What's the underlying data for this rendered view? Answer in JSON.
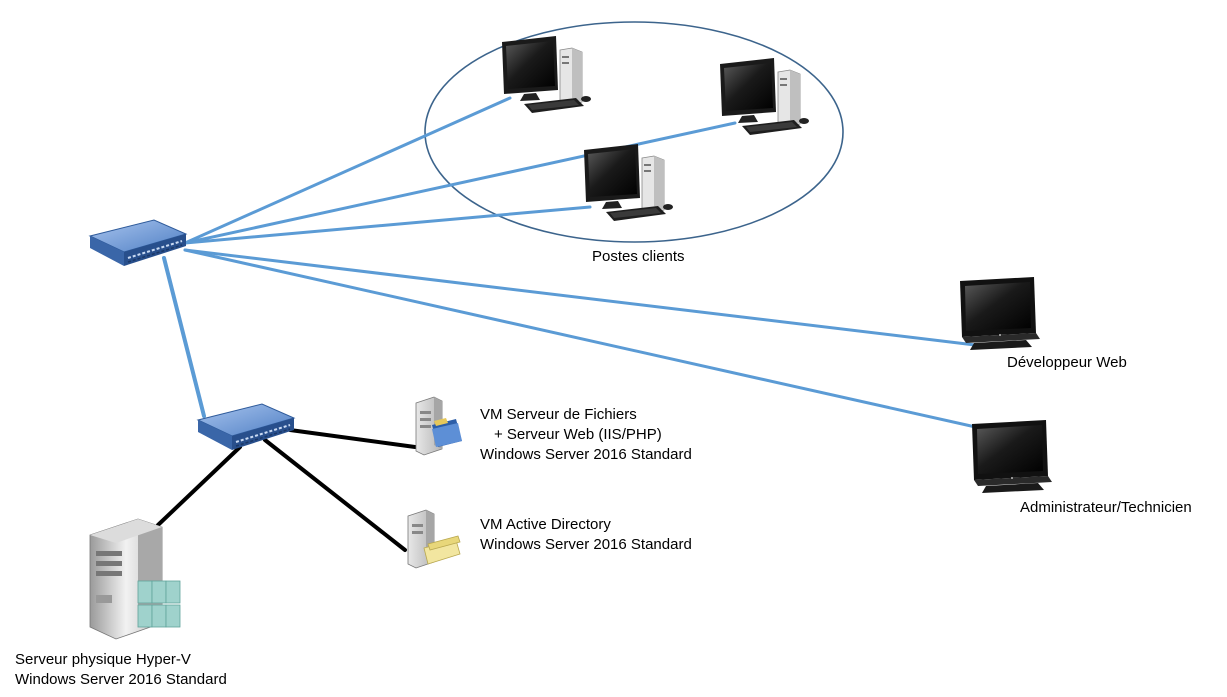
{
  "labels": {
    "clients_group": "Postes clients",
    "web_developer": "Développeur Web",
    "admin_tech": "Administrateur/Technicien",
    "file_web_vm": {
      "line1": "VM Serveur de Fichiers",
      "line2": "+ Serveur Web (IIS/PHP)",
      "line3": "Windows Server 2016 Standard"
    },
    "ad_vm": {
      "line1": "VM Active Directory",
      "line2": "Windows Server 2016 Standard"
    },
    "hyperv_host": {
      "line1": "Serveur physique Hyper-V",
      "line2": "Windows Server 2016 Standard"
    }
  },
  "colors": {
    "lan_link": "#5b9bd5",
    "server_link": "#000000",
    "group_ellipse": "#3c648c",
    "switch_body": "#3f6fb0"
  },
  "icons": {
    "switch": "network-switch-icon",
    "desktop": "desktop-computer-icon",
    "all_in_one": "all-in-one-pc-icon",
    "file_server": "file-server-icon",
    "ad_server": "directory-server-icon",
    "physical_server": "tower-server-icon"
  }
}
